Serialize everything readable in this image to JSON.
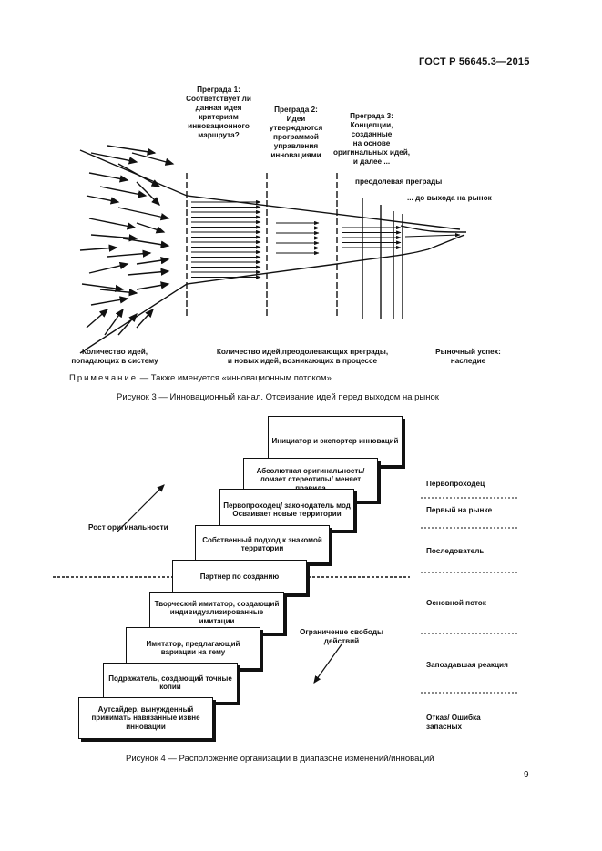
{
  "header": {
    "doc_id": "ГОСТ Р 56645.3—2015"
  },
  "figure3": {
    "barrier1": [
      "Преграда 1:",
      "Соответствует ли",
      "данная идея",
      "критериям",
      "инновационного",
      "маршрута?"
    ],
    "barrier2": [
      "Преграда 2:",
      "Идеи",
      "утверждаются",
      "программой",
      "управления",
      "инновациями"
    ],
    "barrier3": [
      "Преграда 3:",
      "Концепции,",
      "созданные",
      "на основе",
      "оригинальных идей,",
      "и далее ..."
    ],
    "overcome_barriers": "преодолевая преграды",
    "to_market": "... до выхода на рынок",
    "bottom_left": [
      "Количество идей,",
      "попадающих в систему"
    ],
    "bottom_middle": [
      "Количество идей,преодолевающих преграды,",
      "и новых идей, возникающих в процессе"
    ],
    "bottom_right": [
      "Рыночный успех:",
      "наследие"
    ],
    "note_prefix": "Примечание",
    "note_text": " — Также именуется «инновационным потоком».",
    "caption": "Рисунок 3 — Инновационный канал. Отсеивание идей перед выходом на рынок"
  },
  "figure4": {
    "steps": [
      "Инициатор и экспортер инноваций",
      "Абсолютная оригинальность/ ломает стереотипы/ меняет правила",
      "Первопроходец/ законодатель мод Осваивает новые территории",
      "Собственный подход к знакомой территории",
      "Партнер по созданию",
      "Творческий имитатор, создающий индивидуализированные имитации",
      "Имитатор, предлагающий вариации на тему",
      "Подражатель, создающий точные копии",
      "Аутсайдер, вынужденный принимать навязанные извне инновации"
    ],
    "growth_label": "Рост оригинальности",
    "restriction_label": [
      "Ограничение свободы",
      "действий"
    ],
    "right_labels": [
      "Первопроходец",
      "Первый на рынке",
      "Последователь",
      "Основной поток",
      "Запоздавшая реакция",
      "Отказ/ Ошибка запасных"
    ],
    "caption": "Рисунок 4 — Расположение организации в диапазоне изменений/инноваций"
  },
  "page_number": "9"
}
